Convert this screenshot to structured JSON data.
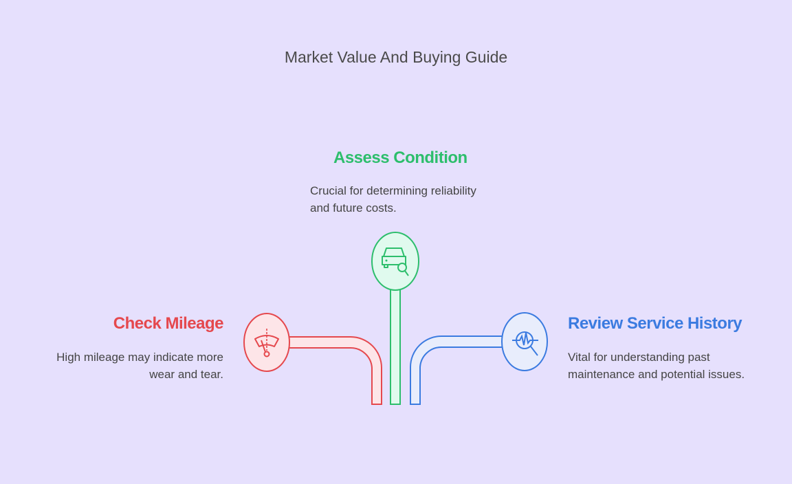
{
  "title": "Market Value And Buying Guide",
  "colors": {
    "background": "#E6E0FD",
    "red": "#E5484D",
    "green": "#2DBE6C",
    "blue": "#3B7BE0"
  },
  "items": [
    {
      "heading": "Check Mileage",
      "description_line1": "High mileage may indicate more",
      "description_line2": "wear and tear.",
      "icon": "windshield-wiper-icon"
    },
    {
      "heading": "Assess Condition",
      "description_line1": "Crucial for determining reliability",
      "description_line2": "and future costs.",
      "icon": "car-search-icon"
    },
    {
      "heading": "Review Service History",
      "description_line1": "Vital for understanding past",
      "description_line2": "maintenance and potential issues.",
      "icon": "diagnostic-search-icon"
    }
  ]
}
